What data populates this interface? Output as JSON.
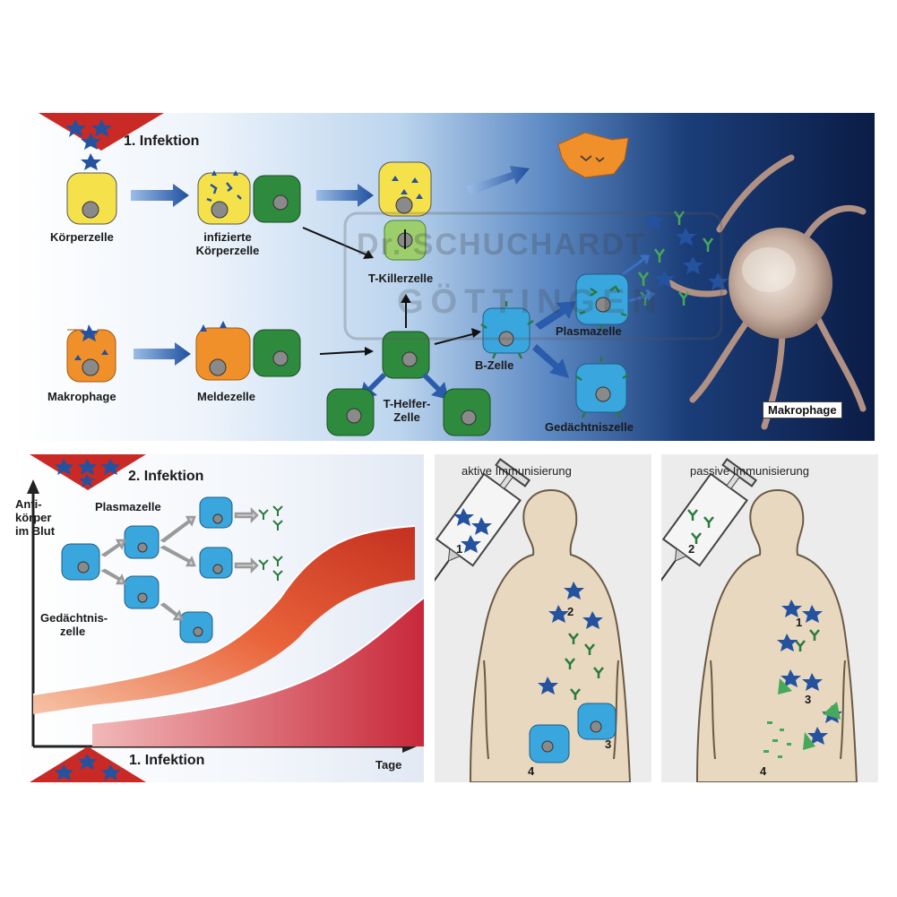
{
  "top": {
    "infection_title": "1. Infektion",
    "labels": {
      "koerperzelle": "Körperzelle",
      "infizierte_1": "infizierte",
      "infizierte_2": "Körperzelle",
      "t_killer": "T-Killerzelle",
      "makrophage_left": "Makrophage",
      "meldezelle": "Meldezelle",
      "t_helfer_1": "T-Helfer-",
      "t_helfer_2": "Zelle",
      "b_zelle": "B-Zelle",
      "plasmazelle": "Plasmazelle",
      "gedaechtniszelle": "Gedächtniszelle",
      "makrophage_right": "Makrophage"
    },
    "watermark_1": "Dr. SCHUCHARDT",
    "watermark_2": "GÖTTINGEN"
  },
  "graph": {
    "infection2_title": "2. Infektion",
    "infection1_title": "1. Infektion",
    "ylabel_1": "Anti-",
    "ylabel_2": "körper",
    "ylabel_3": "im Blut",
    "xlabel": "Tage",
    "plasmazelle": "Plasmazelle",
    "gedaechtnis_1": "Gedächtnis-",
    "gedaechtnis_2": "zelle"
  },
  "active": {
    "title": "aktive Immunisierung",
    "n1": "1",
    "n2": "2",
    "n3": "3",
    "n4": "4"
  },
  "passive": {
    "title": "passive Immunisierung",
    "n1": "1",
    "n2": "2",
    "n3": "3",
    "n4": "4"
  },
  "colors": {
    "yellow_cell": "#f5e24a",
    "orange_cell": "#f0902a",
    "green_cell": "#2e8b3e",
    "light_green_cell": "#9ccf6c",
    "blue_cell": "#3aa6de",
    "virus": "#24529e",
    "arrow": "#2a5cab",
    "skin": "#e8d8bf",
    "curve_red": "#d83a2a"
  }
}
